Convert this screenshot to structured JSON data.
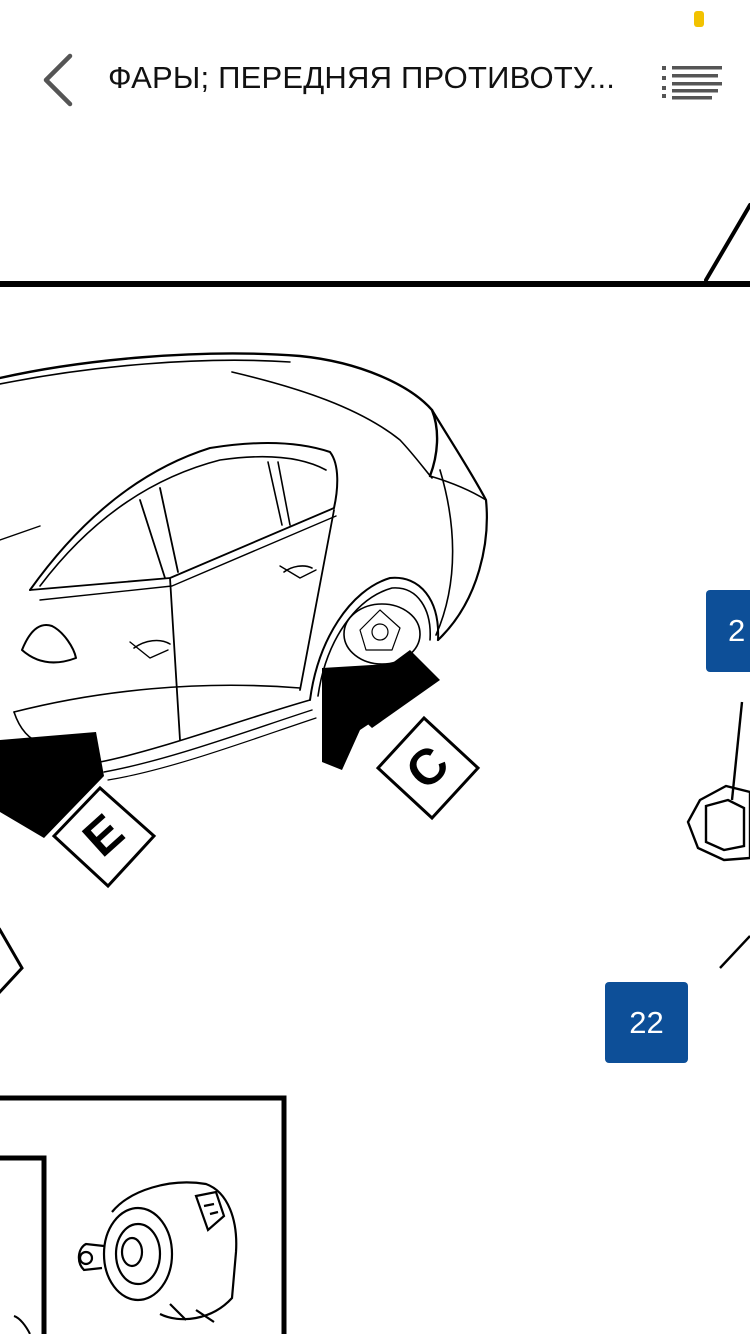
{
  "header": {
    "title": "ФАРЫ; ПЕРЕДНЯЯ ПРОТИВОТУ...",
    "back_icon": "chevron-left-icon",
    "menu_icon": "list-menu-icon"
  },
  "diagram": {
    "view_labels": [
      "C",
      "E"
    ],
    "callouts": [
      {
        "label": "2"
      },
      {
        "label": "22"
      }
    ]
  },
  "colors": {
    "callout_bg": "#0d4f98",
    "status_indicator": "#f2c200",
    "line_art": "#000000",
    "background": "#ffffff"
  }
}
